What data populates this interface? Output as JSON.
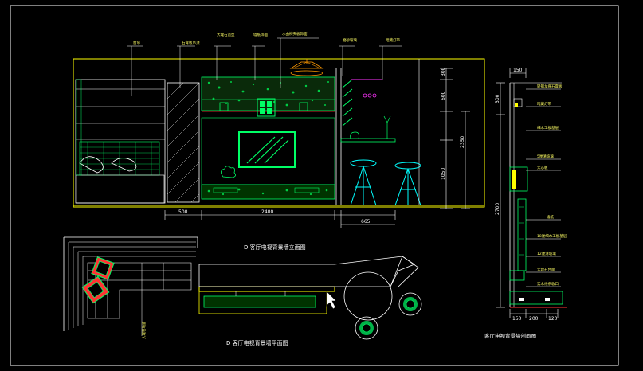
{
  "colors": {
    "background": "#000000",
    "frame": "#ffffff",
    "outline": "#ffff00",
    "furniture": "#00ff66",
    "green": "#00cc00",
    "cyan": "#00ffff",
    "red": "#ff3333",
    "orange": "#ff9900",
    "magenta": "#ff33ff"
  },
  "titles": {
    "elevation": "D 客厅电视背景墙立面图",
    "plan": "D 客厅电视背景墙平面图",
    "section": "客厅电视背景墙剖面图"
  },
  "elevation_dims": {
    "bottom": [
      "500",
      "2400",
      "665"
    ],
    "right": [
      "300",
      "600",
      "2350",
      "1050"
    ]
  },
  "section_dims": {
    "top": "150",
    "left": [
      "300",
      "2700"
    ],
    "bottom": [
      "150",
      "200",
      "120"
    ]
  },
  "elevation_notes": [
    "窗帘",
    "石膏板吊顶",
    "大理石造型",
    "墙纸饰面",
    "水曲柳夹板饰面",
    "磨砂玻璃",
    "暗藏灯带"
  ],
  "section_notes": [
    "轻钢龙骨石膏板",
    "暗藏灯带",
    "细木工板基层",
    "5厘清玻璃",
    "大芯板",
    "墙纸",
    "18厘细木工板基层",
    "12厘清玻璃",
    "大理石台面",
    "实木线条收口"
  ],
  "plan_notes": [
    "大理石地面"
  ]
}
